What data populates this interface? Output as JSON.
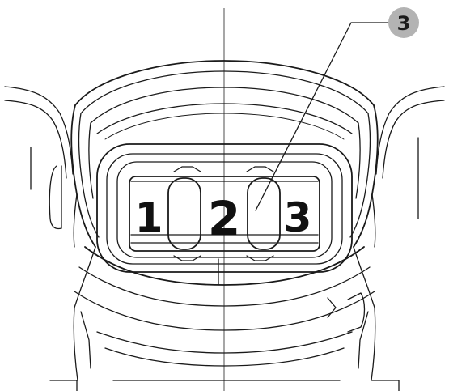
{
  "selector": {
    "positions": [
      "1",
      "2",
      "3"
    ]
  },
  "callout": {
    "number": "3",
    "circle_color": "#b3b3b3"
  },
  "colors": {
    "line": "#1a1a1a",
    "background": "#ffffff",
    "digit": "#111111"
  }
}
